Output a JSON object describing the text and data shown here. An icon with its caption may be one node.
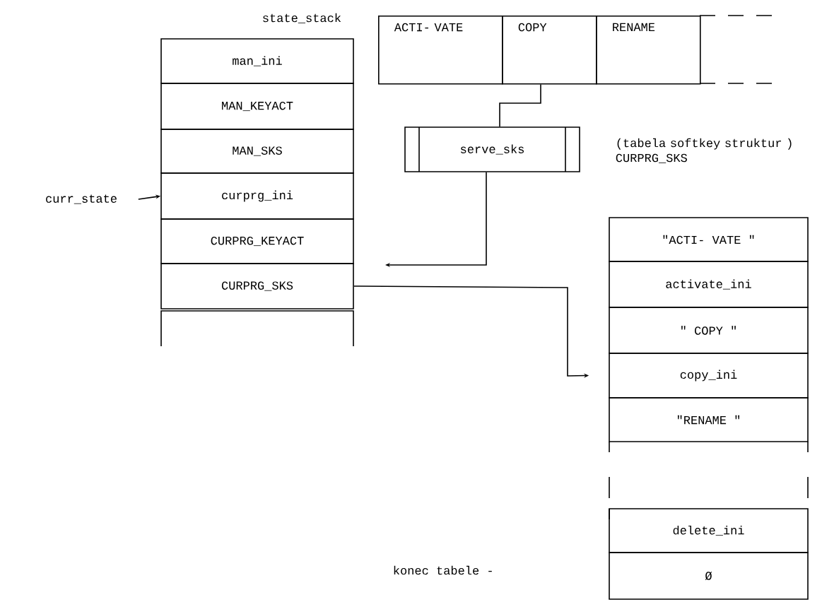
{
  "diagram": {
    "nodes": [
      {
        "text": [
          "man_ini"
        ]
      },
      {
        "text": [
          "MAN_KEYACT"
        ]
      },
      {
        "text": [
          "MAN_SKS"
        ]
      },
      {
        "text": [
          "curprg_ini"
        ]
      },
      {
        "text": [
          "CURPRG_KEYACT"
        ]
      },
      {
        "text": [
          "CURPRG_SKS"
        ]
      },
      {
        "text": [],
        "shape": "box"
      },
      {
        "text": [
          "ACTI- VATE"
        ]
      },
      {
        "text": [
          "COPY"
        ]
      },
      {
        "text": [
          "RENAME"
        ]
      },
      {
        "text": [
          "serve_sks"
        ]
      },
      {
        "text": [
          "\"ACTI- VATE \""
        ]
      },
      {
        "text": [
          "activate_ini"
        ]
      },
      {
        "text": [
          "\" COPY \""
        ]
      },
      {
        "text": [
          "copy_ini"
        ]
      },
      {
        "text": [
          "\"RENAME \""
        ]
      },
      {
        "text": [
          "delete_ini"
        ]
      },
      {
        "text": [
          "Ø"
        ]
      },
      {
        "text": [
          "curr_state"
        ]
      }
    ],
    "edges": [
      {
        "from": 18,
        "to": 3,
        "arrow": "to"
      },
      {
        "from": 8,
        "to": 10,
        "arrow": "none"
      },
      {
        "from": 10,
        "to": null,
        "arrow": "to"
      },
      {
        "from": 5,
        "to": 14,
        "arrow": "to"
      }
    ],
    "labels": [
      "state_stack",
      "(tabela softkey struktur ) CURPRG_SKS",
      "konec tabele -"
    ]
  }
}
